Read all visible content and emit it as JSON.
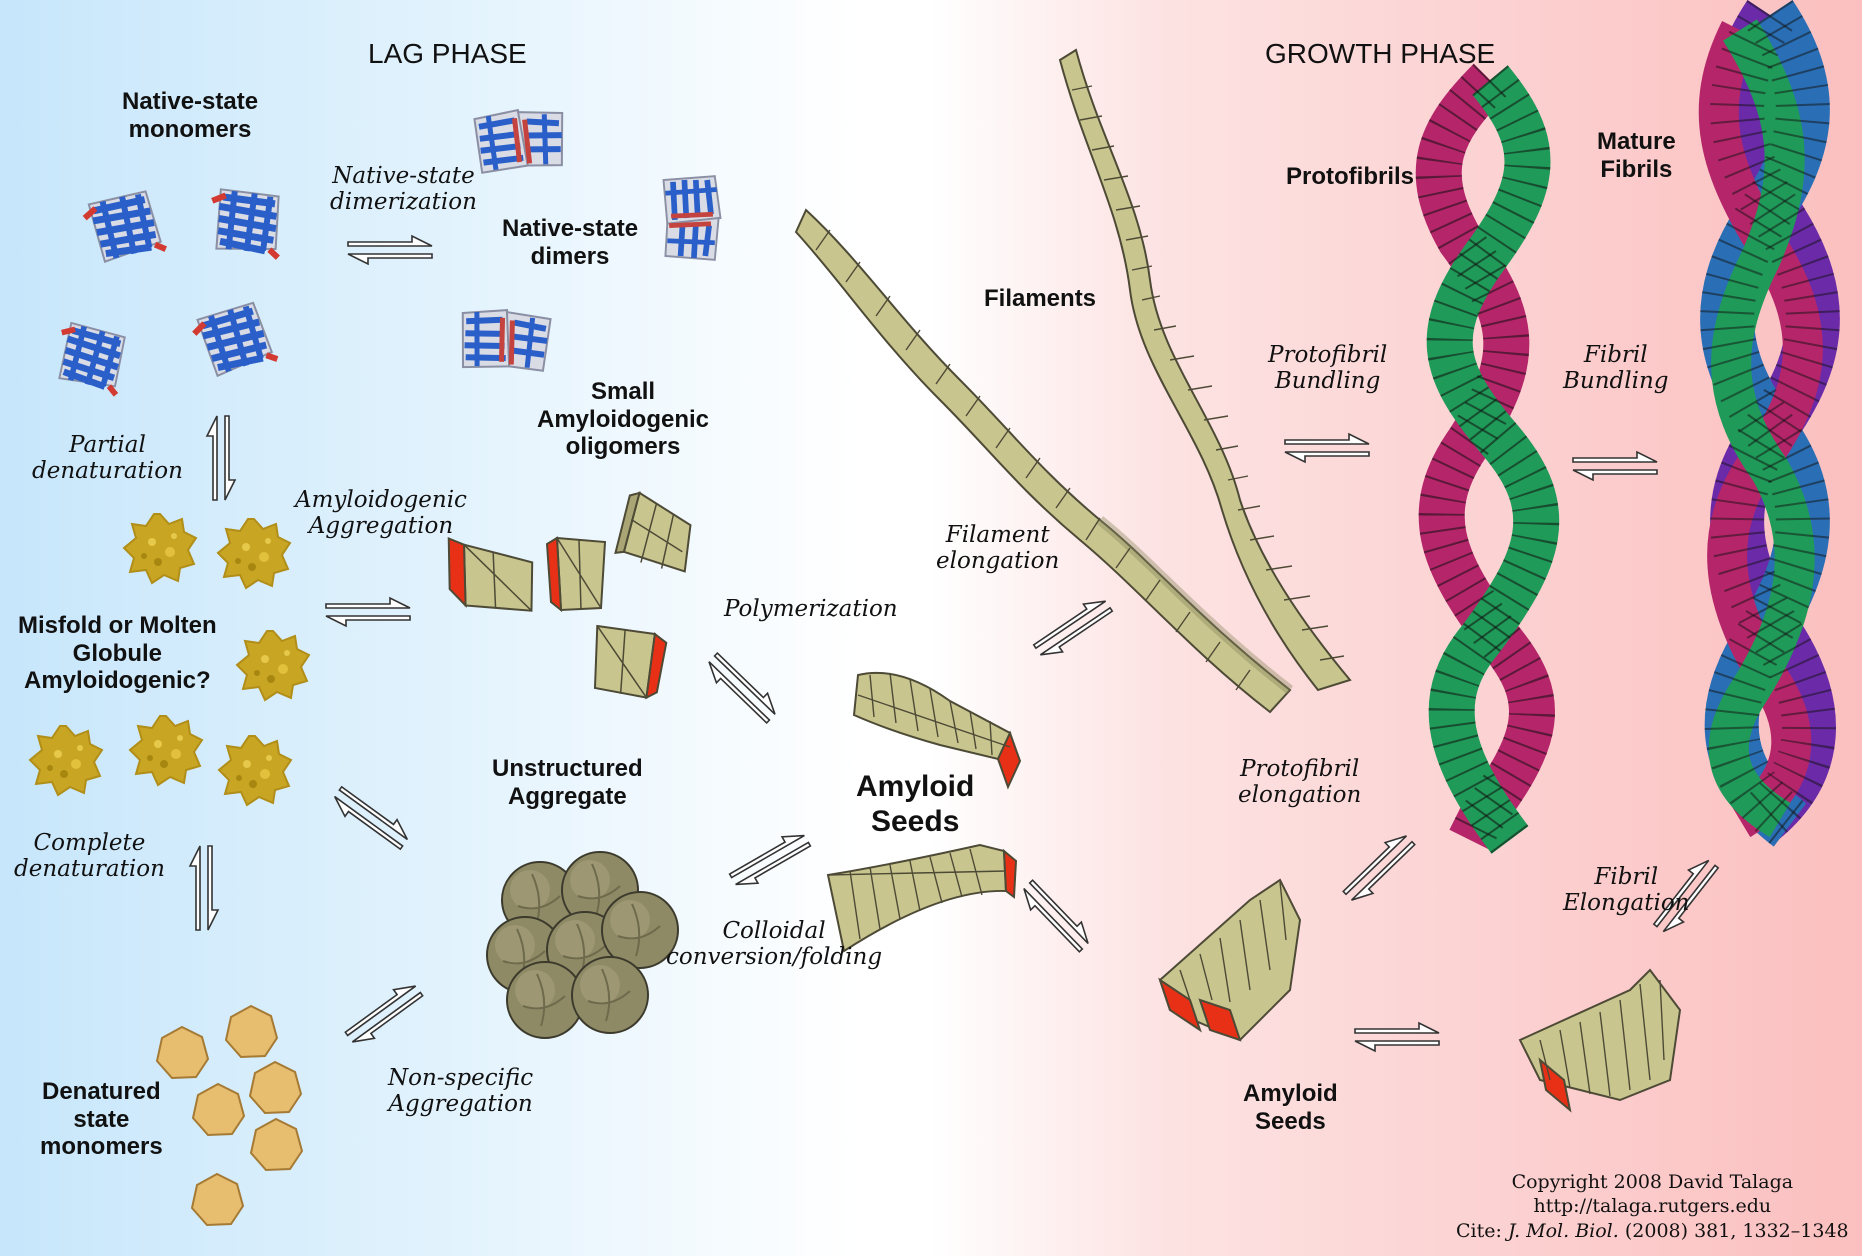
{
  "phases": {
    "lag": "LAG PHASE",
    "growth": "GROWTH PHASE"
  },
  "species": {
    "native_monomers": [
      "Native-state",
      "monomers"
    ],
    "native_dimers": [
      "Native-state",
      "dimers"
    ],
    "small_oligomers": [
      "Small",
      "Amyloidogenic",
      "oligomers"
    ],
    "misfold": [
      "Misfold or Molten",
      "Globule",
      "Amyloidogenic?"
    ],
    "unstructured": [
      "Unstructured",
      "Aggregate"
    ],
    "amyloid_seeds_center": [
      "Amyloid",
      "Seeds"
    ],
    "denatured": [
      "Denatured",
      "state",
      "monomers"
    ],
    "filaments": "Filaments",
    "protofibrils": "Protofibrils",
    "mature_fibrils": [
      "Mature",
      "Fibrils"
    ],
    "amyloid_seeds_right": [
      "Amyloid",
      "Seeds"
    ]
  },
  "processes": {
    "native_dimerization": [
      "Native-state",
      "dimerization"
    ],
    "partial_denaturation": [
      "Partial",
      "denaturation"
    ],
    "amyloidogenic_aggregation": [
      "Amyloidogenic",
      "Aggregation"
    ],
    "polymerization": "Polymerization",
    "complete_denaturation": [
      "Complete",
      "denaturation"
    ],
    "colloidal": [
      "Colloidal",
      "conversion/folding"
    ],
    "nonspecific": [
      "Non-specific",
      "Aggregation"
    ],
    "filament_elongation": [
      "Filament",
      "elongation"
    ],
    "protofibril_bundling": [
      "Protofibril",
      "Bundling"
    ],
    "fibril_bundling": [
      "Fibril",
      "Bundling"
    ],
    "protofibril_elongation": [
      "Protofibril",
      "elongation"
    ],
    "fibril_elongation": [
      "Fibril",
      "Elongation"
    ]
  },
  "copyright": {
    "line1": "Copyright 2008 David Talaga",
    "line2": "http://talaga.rutgers.edu",
    "line3_prefix": "Cite: ",
    "line3_journal": "J. Mol. Biol.",
    "line3_rest": " (2008) 381, 1332–1348"
  },
  "colors": {
    "protein_blue": "#2a5fc9",
    "misfold_gold": "#c9a524",
    "denatured_tan": "#e7bd70",
    "seed_olive": "#c9c58f",
    "seed_red": "#e83016",
    "aggregate_olive": "#8f8a66",
    "helix_green": "#1f9a58",
    "helix_magenta": "#b5256a",
    "helix_purple": "#6b2aa8",
    "helix_blue": "#2a6fb5"
  }
}
